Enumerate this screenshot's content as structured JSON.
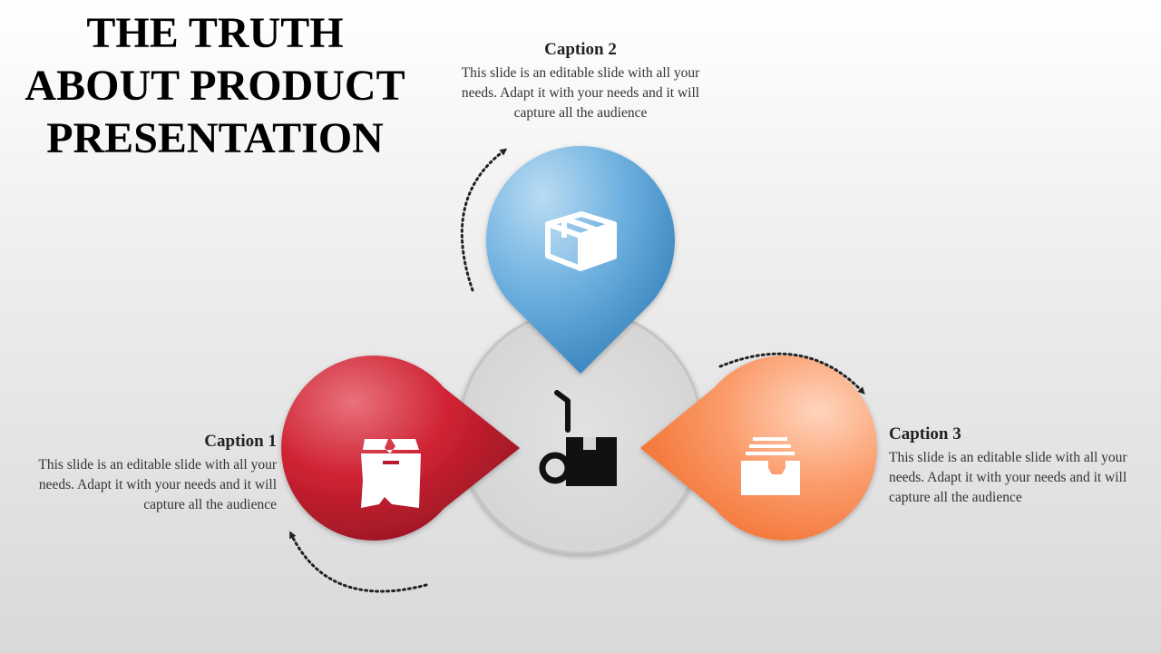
{
  "title": "THE TRUTH ABOUT PRODUCT PRESENTATION",
  "captions": [
    {
      "title": "Caption 1",
      "body": "This slide is an editable slide with all your needs. Adapt it with your needs and it will capture all the audience"
    },
    {
      "title": "Caption 2",
      "body": "This slide is an editable slide with all your needs. Adapt it with your needs and it will capture all the audience"
    },
    {
      "title": "Caption 3",
      "body": "This slide is an editable slide with all your needs. Adapt it with your needs and it will capture all the audience"
    }
  ],
  "colors": {
    "red": "#c0202e",
    "blue": "#4a93c9",
    "orange": "#f47a3c",
    "center": "#dcdcdc"
  },
  "icons": {
    "blue": "box-icon",
    "red": "open-box-icon",
    "orange": "inbox-tray-icon",
    "center": "hand-truck-icon"
  }
}
